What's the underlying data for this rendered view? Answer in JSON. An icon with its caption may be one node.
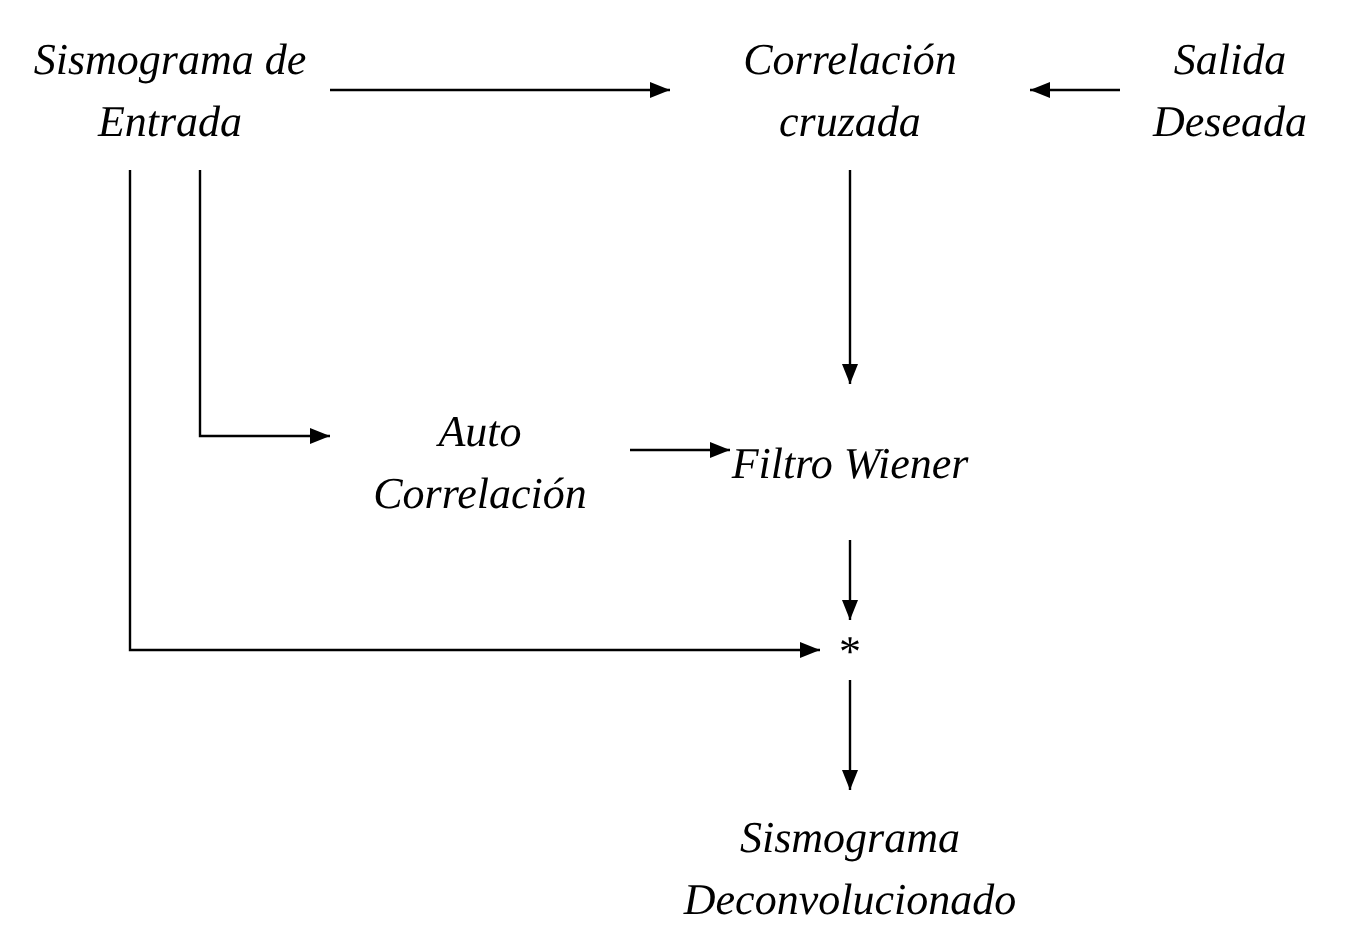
{
  "diagram": {
    "nodes": [
      {
        "text": [
          "Sismograma de Entrada"
        ]
      },
      {
        "text": [
          "Correlación cruzada"
        ]
      },
      {
        "text": [
          "Salida Deseada"
        ]
      },
      {
        "text": [
          "Auto Correlación"
        ]
      },
      {
        "text": [
          "Filtro Wiener"
        ]
      },
      {
        "text": [
          "*"
        ]
      },
      {
        "text": [
          "Sismograma Deconvolucionado"
        ]
      }
    ],
    "edges": [
      {
        "from": 0,
        "to": 1,
        "arrow": "to"
      },
      {
        "from": 2,
        "to": 1,
        "arrow": "to"
      },
      {
        "from": 1,
        "to": 4,
        "arrow": "to"
      },
      {
        "from": 0,
        "to": 3,
        "arrow": "to"
      },
      {
        "from": 3,
        "to": 4,
        "arrow": "to"
      },
      {
        "from": 4,
        "to": 5,
        "arrow": "to"
      },
      {
        "from": 0,
        "to": 5,
        "arrow": "to"
      },
      {
        "from": 5,
        "to": 6,
        "arrow": "to"
      }
    ]
  }
}
